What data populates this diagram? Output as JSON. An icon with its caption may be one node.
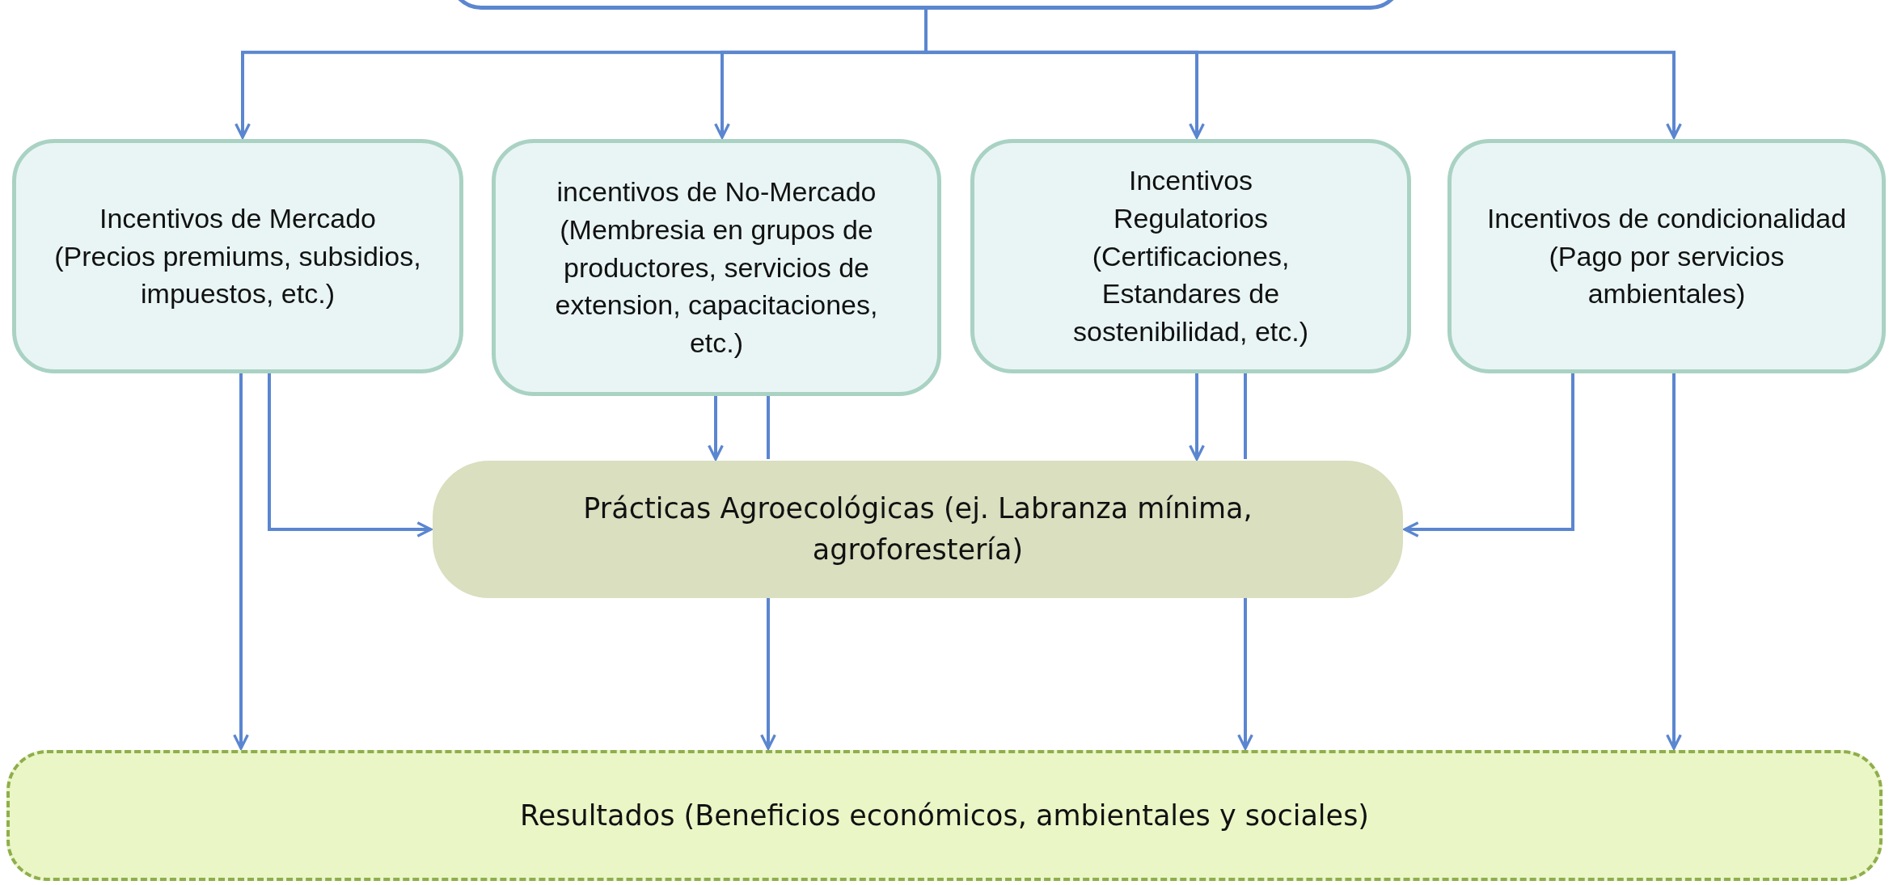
{
  "diagram": {
    "nodes": [
      {
        "text": [],
        "shape": "box"
      },
      {
        "text": [
          "Incentivos de Mercado (Precios premiums, subsidios, impuestos, etc.)"
        ]
      },
      {
        "text": [
          "incentivos de No-Mercado (Membresia en grupos de productores, servicios de extension, capacitaciones, etc.)"
        ]
      },
      {
        "text": [
          "Incentivos Regulatorios (Certificaciones, Estandares de sostenibilidad, etc.)"
        ]
      },
      {
        "text": [
          "Incentivos de condicionalidad (Pago por servicios ambientales)"
        ]
      },
      {
        "text": [
          "Prácticas Agroecológicas (ej. Labranza mínima, agroforestería)"
        ]
      },
      {
        "text": [
          "Resultados (Beneficios económicos, ambientales y sociales)"
        ]
      }
    ],
    "edges": [
      {
        "from": 0,
        "to": 1,
        "arrow": "to"
      },
      {
        "from": 0,
        "to": 2,
        "arrow": "to"
      },
      {
        "from": 0,
        "to": 3,
        "arrow": "to"
      },
      {
        "from": 0,
        "to": 4,
        "arrow": "to"
      },
      {
        "from": 1,
        "to": 5,
        "arrow": "to"
      },
      {
        "from": 2,
        "to": 5,
        "arrow": "to"
      },
      {
        "from": 3,
        "to": 5,
        "arrow": "to"
      },
      {
        "from": 4,
        "to": 5,
        "arrow": "to"
      },
      {
        "from": 1,
        "to": 6,
        "arrow": "to"
      },
      {
        "from": 2,
        "to": 5,
        "arrow": "none"
      },
      {
        "from": 5,
        "to": 6,
        "arrow": "to"
      },
      {
        "from": 3,
        "to": 5,
        "arrow": "none"
      },
      {
        "from": 5,
        "to": 6,
        "arrow": "to"
      },
      {
        "from": 4,
        "to": 6,
        "arrow": "to"
      }
    ]
  }
}
